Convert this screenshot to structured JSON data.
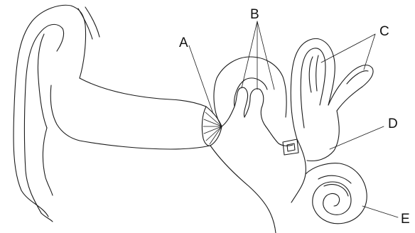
{
  "diagram": {
    "labels": {
      "a": "A",
      "b": "B",
      "c": "C",
      "d": "D",
      "e": "E"
    },
    "line_color": "#1a1a1a",
    "background": "#ffffff"
  }
}
